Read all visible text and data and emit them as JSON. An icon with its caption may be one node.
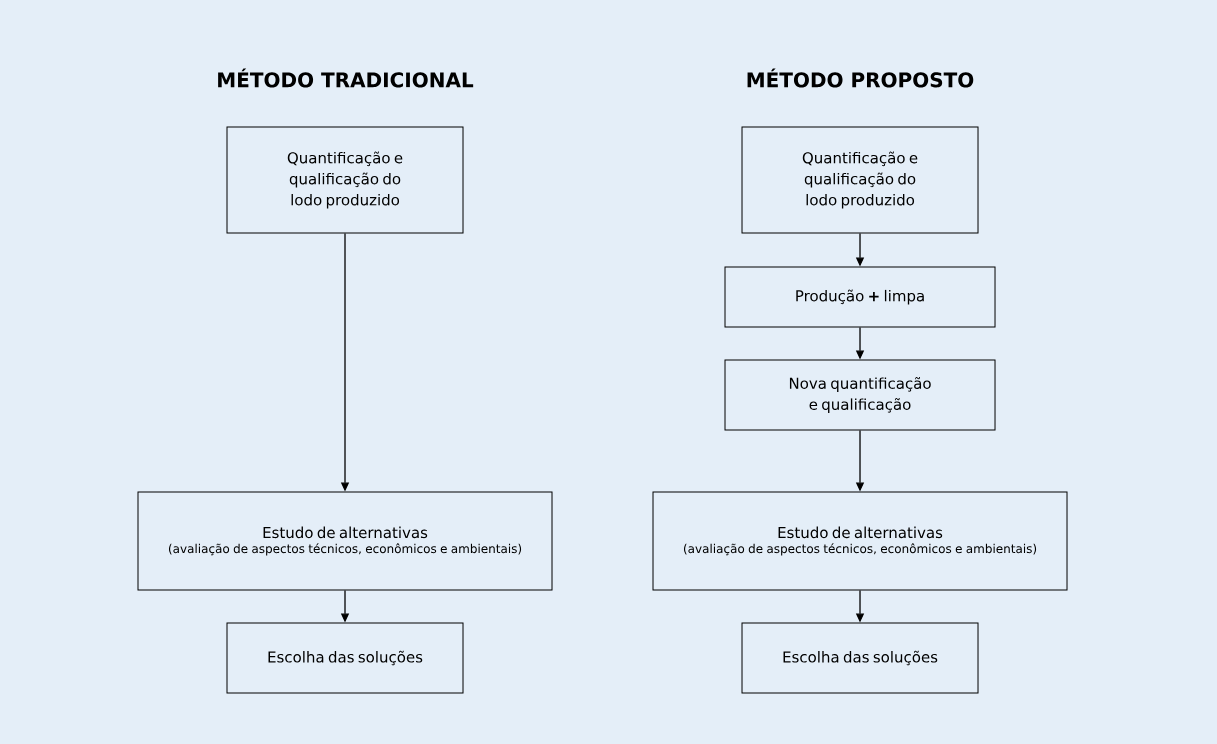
{
  "diagram": {
    "nodes": [
      {
        "text": [
          "Quantificação e qualificação do lodo produzido"
        ]
      },
      {
        "text": [
          "Estudo de alternativas",
          "(avaliação de aspectos técnicos, econômicos e ambientais)"
        ]
      },
      {
        "text": [
          "Escolha das soluções"
        ]
      },
      {
        "text": [
          "Quantificação e qualificação do lodo produzido"
        ]
      },
      {
        "text": [
          "Produção **+** limpa"
        ]
      },
      {
        "text": [
          "Nova quantificação e qualificação"
        ]
      },
      {
        "text": [
          "Estudo de alternativas",
          "(avaliação de aspectos técnicos, econômicos e ambientais)"
        ]
      },
      {
        "text": [
          "Escolha das soluções"
        ]
      }
    ],
    "edges": [
      {
        "from": 0,
        "to": 1,
        "arrow": "to"
      },
      {
        "from": 1,
        "to": 2,
        "arrow": "to"
      },
      {
        "from": 3,
        "to": 4,
        "arrow": "to"
      },
      {
        "from": 4,
        "to": 5,
        "arrow": "to"
      },
      {
        "from": 5,
        "to": 6,
        "arrow": "to"
      },
      {
        "from": 6,
        "to": 7,
        "arrow": "to"
      }
    ],
    "labels": [
      "MÉTODO TRADICIONAL",
      "MÉTODO PROPOSTO"
    ]
  }
}
